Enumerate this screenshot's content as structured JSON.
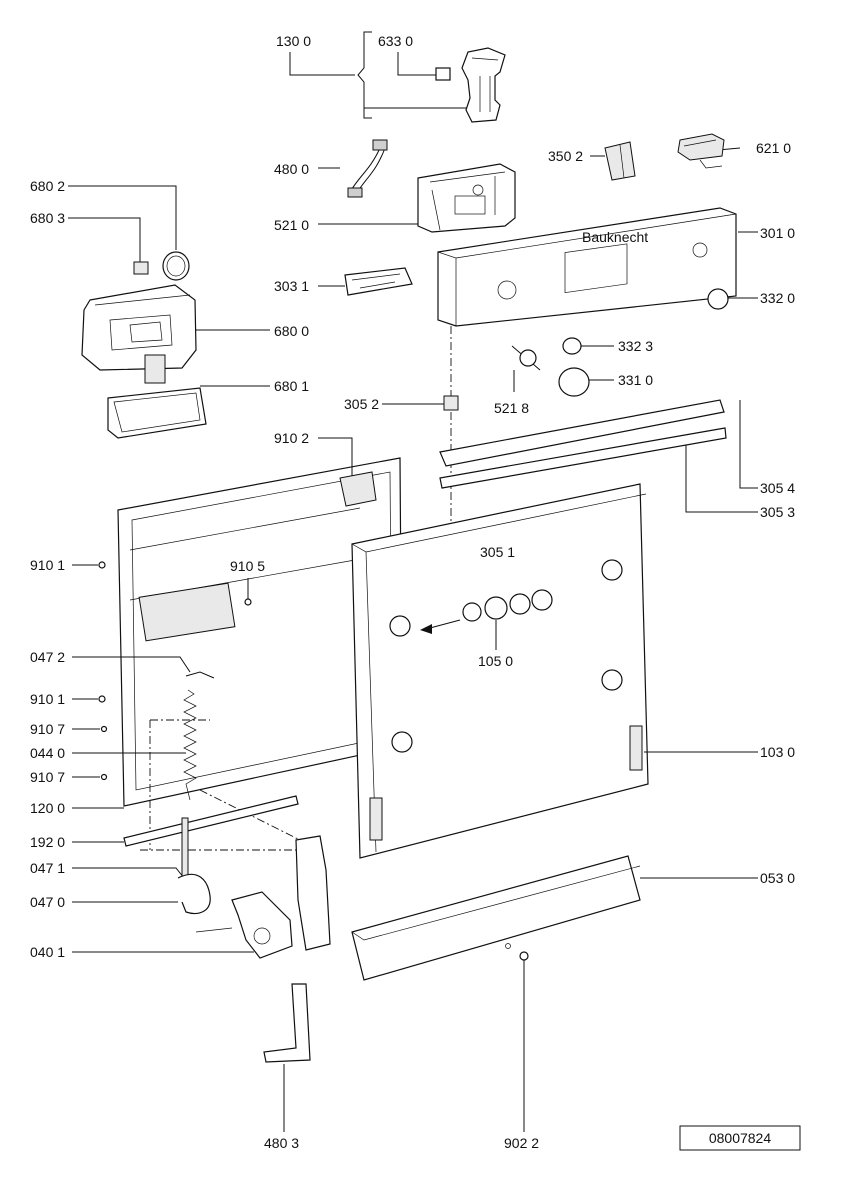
{
  "callouts": [
    {
      "id": "c1300",
      "text": "130 0"
    },
    {
      "id": "c6330",
      "text": "633 0"
    },
    {
      "id": "c4800",
      "text": "480 0"
    },
    {
      "id": "c5210",
      "text": "521 0"
    },
    {
      "id": "c3502",
      "text": "350 2"
    },
    {
      "id": "c6210",
      "text": "621 0"
    },
    {
      "id": "c6802",
      "text": "680 2"
    },
    {
      "id": "c6803",
      "text": "680 3"
    },
    {
      "id": "c3010",
      "text": "301 0"
    },
    {
      "id": "c3031",
      "text": "303 1"
    },
    {
      "id": "c3320",
      "text": "332 0"
    },
    {
      "id": "c6800",
      "text": "680 0"
    },
    {
      "id": "c3323",
      "text": "332 3"
    },
    {
      "id": "c6801",
      "text": "680 1"
    },
    {
      "id": "c3310",
      "text": "331 0"
    },
    {
      "id": "c3052",
      "text": "305 2"
    },
    {
      "id": "c5218",
      "text": "521 8"
    },
    {
      "id": "c9102",
      "text": "910 2"
    },
    {
      "id": "c3054",
      "text": "305 4"
    },
    {
      "id": "c3053",
      "text": "305 3"
    },
    {
      "id": "c3051",
      "text": "305 1"
    },
    {
      "id": "c9101a",
      "text": "910 1"
    },
    {
      "id": "c9105",
      "text": "910 5"
    },
    {
      "id": "c0472",
      "text": "047 2"
    },
    {
      "id": "c1050",
      "text": "105 0"
    },
    {
      "id": "c9101b",
      "text": "910 1"
    },
    {
      "id": "c9107a",
      "text": "910 7"
    },
    {
      "id": "c0440",
      "text": "044 0"
    },
    {
      "id": "c1030",
      "text": "103 0"
    },
    {
      "id": "c9107b",
      "text": "910 7"
    },
    {
      "id": "c1200",
      "text": "120 0"
    },
    {
      "id": "c1920",
      "text": "192 0"
    },
    {
      "id": "c0471",
      "text": "047 1"
    },
    {
      "id": "c0530",
      "text": "053 0"
    },
    {
      "id": "c0470",
      "text": "047 0"
    },
    {
      "id": "c0401",
      "text": "040 1"
    },
    {
      "id": "c4803",
      "text": "480 3"
    },
    {
      "id": "c9022",
      "text": "902 2"
    }
  ],
  "drawing_number": "08007824",
  "panel_brand": "Bauknecht"
}
